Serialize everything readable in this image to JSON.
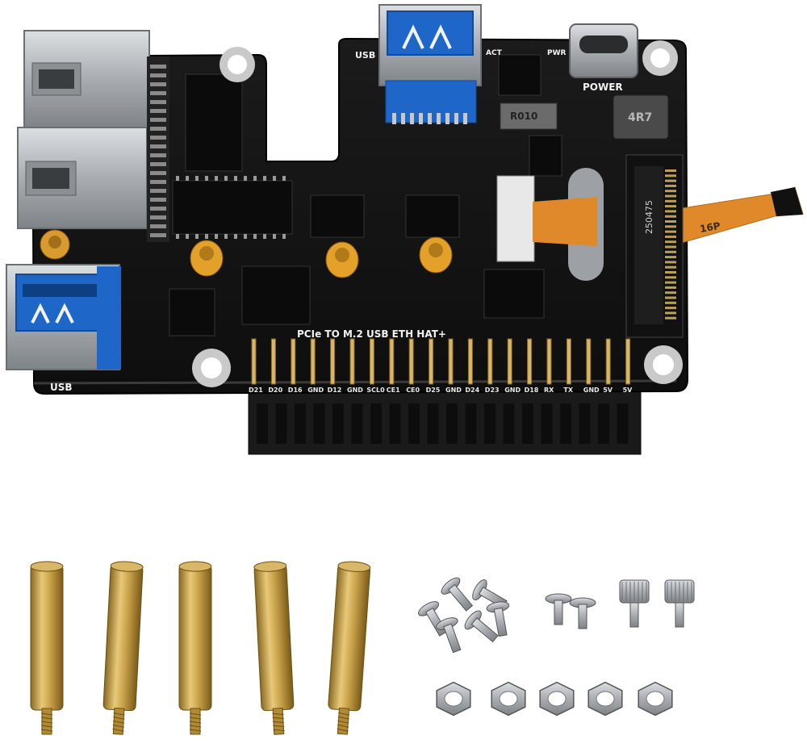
{
  "board": {
    "title": "PCIe TO M.2 USB ETH HAT+",
    "usb_label_left": "USB",
    "usb_label_top": "USB",
    "power_label": "POWER",
    "led_act": "ACT",
    "led_pwr": "PWR",
    "resistor": "R010",
    "inductor": "4R7",
    "fpc_label": "16P",
    "m2_code": "250475",
    "pins": [
      "D21",
      "D20",
      "D16",
      "GND",
      "D12",
      "GND",
      "SCL0",
      "CE1",
      "CE0",
      "D25",
      "GND",
      "D24",
      "D23",
      "GND",
      "D18",
      "RX",
      "TX",
      "GND",
      "5V",
      "5V"
    ]
  },
  "accessories": {
    "standoff_count": 5,
    "screw_count": 6,
    "flat_screw_count": 2,
    "thumb_screw_count": 2,
    "nut_count": 5
  },
  "colors": {
    "pcb": "#151515",
    "brass": "#c9a24a",
    "usb_blue": "#1e66c8",
    "ribbon": "#e0892a",
    "metal": "#b8bcc0"
  }
}
